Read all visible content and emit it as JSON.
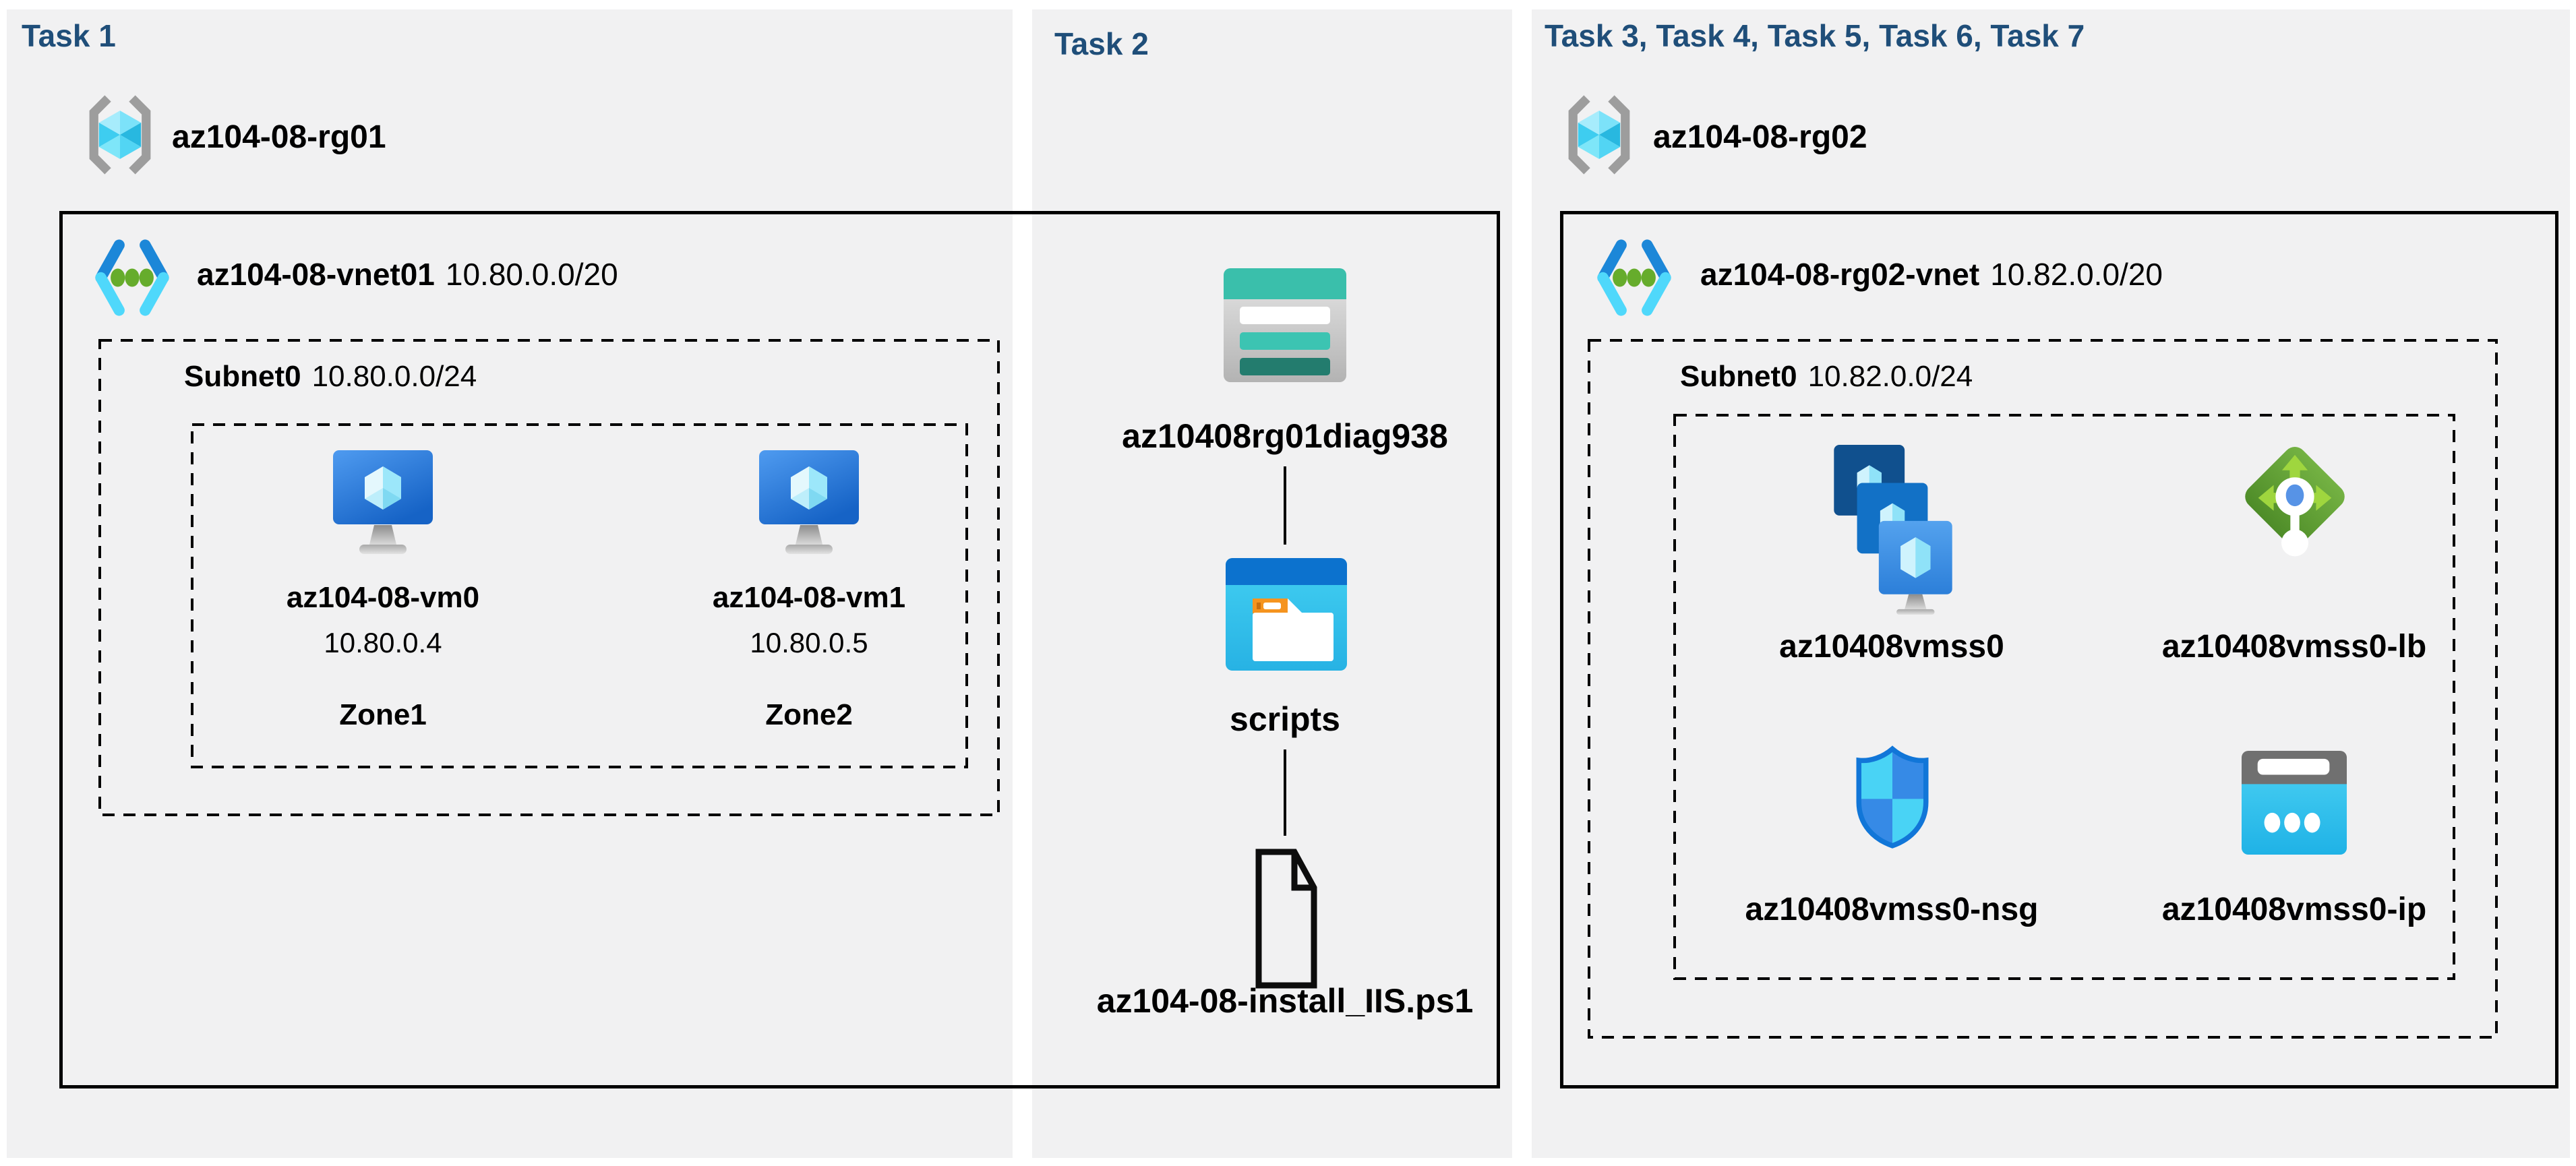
{
  "colors": {
    "title_accent": "#1F4E79",
    "panel_bg": "#F1F1F2",
    "outline": "#000000",
    "storage_teal": "#3ABFAB",
    "azure_blue": "#1C87D8",
    "lb_green": "#5E9C2F"
  },
  "panels": {
    "task1": {
      "title": "Task 1",
      "resource_group": "az104-08-rg01",
      "vnet": {
        "name": "az104-08-vnet01",
        "cidr": "10.80.0.0/20"
      },
      "subnet": {
        "name": "Subnet0",
        "cidr": "10.80.0.0/24"
      },
      "vms": [
        {
          "name": "az104-08-vm0",
          "ip": "10.80.0.4",
          "zone": "Zone1"
        },
        {
          "name": "az104-08-vm1",
          "ip": "10.80.0.5",
          "zone": "Zone2"
        }
      ]
    },
    "task2": {
      "title": "Task 2",
      "storage_account": "az10408rg01diag938",
      "container": "scripts",
      "file": "az104-08-install_IIS.ps1"
    },
    "task3to7": {
      "title": "Task 3, Task 4, Task 5, Task 6, Task 7",
      "resource_group": "az104-08-rg02",
      "vnet": {
        "name": "az104-08-rg02-vnet",
        "cidr": "10.82.0.0/20"
      },
      "subnet": {
        "name": "Subnet0",
        "cidr": "10.82.0.0/24"
      },
      "resources": [
        {
          "name": "az10408vmss0",
          "type": "virtual-machine-scale-set"
        },
        {
          "name": "az10408vmss0-lb",
          "type": "load-balancer"
        },
        {
          "name": "az10408vmss0-nsg",
          "type": "network-security-group"
        },
        {
          "name": "az10408vmss0-ip",
          "type": "public-ip-address"
        }
      ]
    }
  }
}
